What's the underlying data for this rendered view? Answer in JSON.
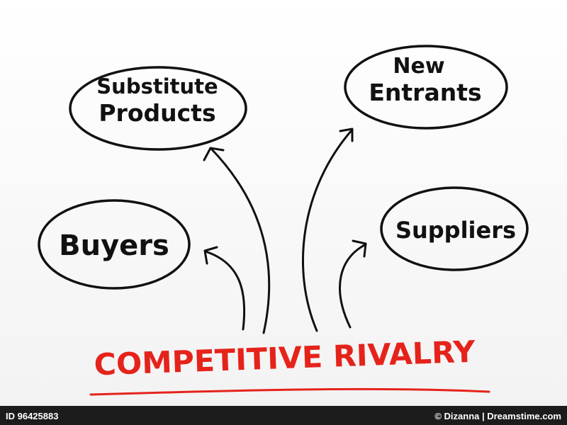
{
  "colors": {
    "ink": "#111111",
    "accent": "#e5231b",
    "background_top": "#ffffff",
    "background_bottom": "#f2f2f2",
    "footer_band": "#1c1c1c",
    "footer_text": "#ffffff"
  },
  "diagram": {
    "title": "COMPETITIVE RIVALRY",
    "nodes": {
      "substitute": {
        "lines": [
          "Substitute",
          "Products"
        ]
      },
      "entrants": {
        "lines": [
          "New",
          "Entrants"
        ]
      },
      "buyers": {
        "lines": [
          "Buyers"
        ]
      },
      "suppliers": {
        "lines": [
          "Suppliers"
        ]
      }
    }
  },
  "footer": {
    "id_text": "ID 96425883",
    "credit_text": "© Dizanna | Dreamstime.com"
  }
}
